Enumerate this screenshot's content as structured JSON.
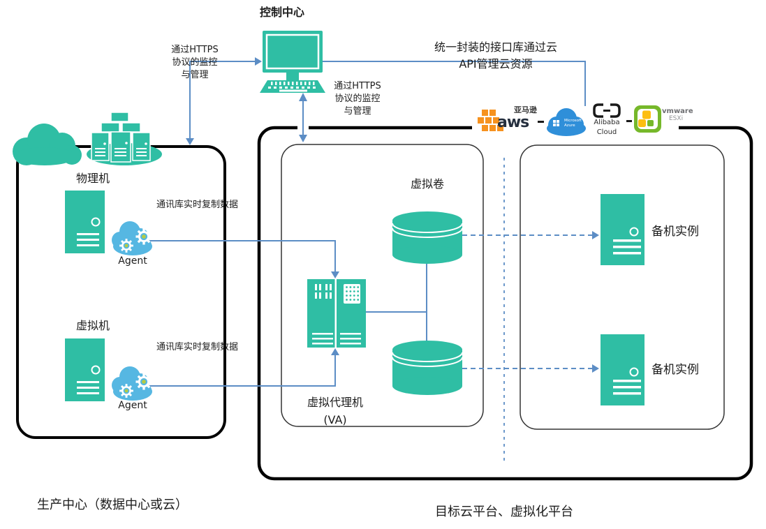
{
  "diagram_title": "控制中心",
  "colors": {
    "teal": "#2FBEA4",
    "connector_blue": "#5C8DC5",
    "agent_cloud_blue": "#56B7E2",
    "gear_center_green": "#B5CB43",
    "box_black": "#000000",
    "aws_orange": "#F6921E",
    "azure_blue": "#2F8FD9",
    "vmware_green": "#76B82A"
  },
  "annotations": {
    "https_left": "通过HTTPS\n协议的监控\n与管理",
    "https_right": "通过HTTPS\n协议的监控\n与管理",
    "api_note": "统一封装的接口库通过云\nAPI管理云资源",
    "replicate_top": "通讯库实时复制数据",
    "replicate_bottom": "通讯库实时复制数据"
  },
  "production": {
    "physical_machine": "物理机",
    "virtual_machine": "虚拟机",
    "agent_top": "Agent",
    "agent_bottom": "Agent",
    "caption": "生产中心（数据中心或云）"
  },
  "target": {
    "virtual_volume": "虚拟卷",
    "va_label": "虚拟代理机\n(VA)",
    "backup_top": "备机实例",
    "backup_bottom": "备机实例",
    "caption": "目标云平台、虚拟化平台"
  },
  "providers": {
    "aws_cn": "亚马逊",
    "aws": "aws",
    "azure": "Microsoft\nAzure",
    "alibaba": "Alibaba Cloud",
    "vmware": "vmware",
    "esxi": "ESXi"
  },
  "icons": [
    "control-center-monitor-icon",
    "keyboard-icon",
    "cloud-icon",
    "server-rack-cluster-icon",
    "server-tower-icon",
    "agent-cloud-gears-icon",
    "va-cabinet-icon",
    "database-cylinder-icon",
    "aws-logo-icon",
    "azure-logo-icon",
    "alibaba-cloud-logo-icon",
    "vmware-esxi-logo-icon"
  ]
}
